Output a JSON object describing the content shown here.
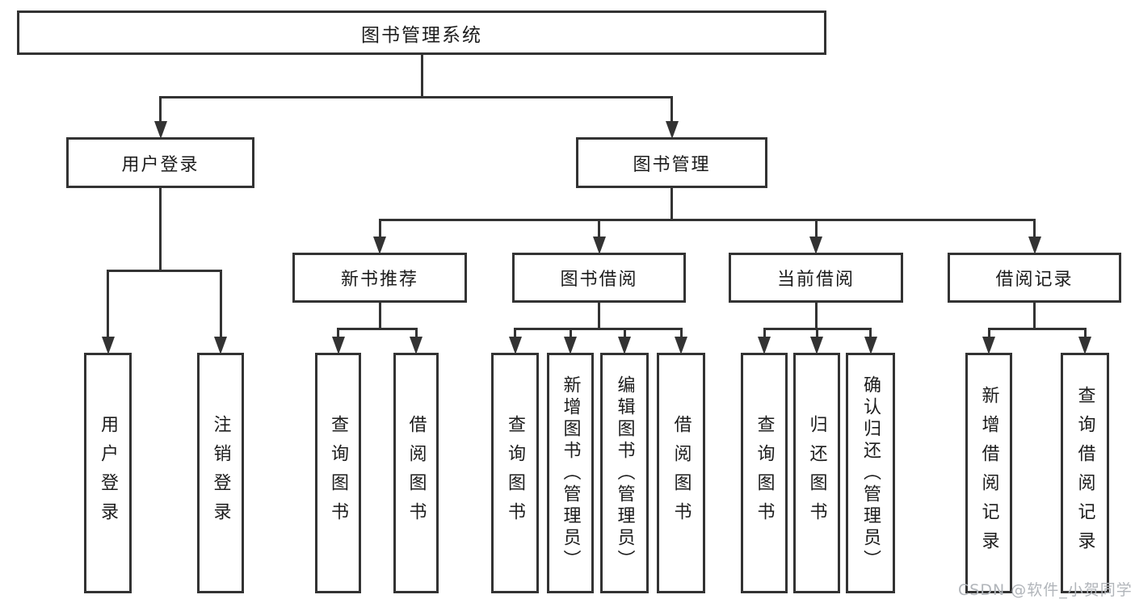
{
  "colors": {
    "line": "#333333",
    "text": "#1c1c1c",
    "background": "#ffffff",
    "watermark": "#b1b5ba"
  },
  "watermark": {
    "text": "CSDN @软件_小贺同学"
  },
  "diagram": {
    "title": "图书管理系统",
    "nodes": [
      {
        "id": "root",
        "label": "图书管理系统",
        "parent": null
      },
      {
        "id": "user-login",
        "label": "用户登录",
        "parent": "root"
      },
      {
        "id": "book-mgmt",
        "label": "图书管理",
        "parent": "root"
      },
      {
        "id": "login",
        "label": "用户登录",
        "parent": "user-login"
      },
      {
        "id": "logout",
        "label": "注销登录",
        "parent": "user-login"
      },
      {
        "id": "new-book-rec",
        "label": "新书推荐",
        "parent": "book-mgmt"
      },
      {
        "id": "book-borrow",
        "label": "图书借阅",
        "parent": "book-mgmt"
      },
      {
        "id": "current-borrow",
        "label": "当前借阅",
        "parent": "book-mgmt"
      },
      {
        "id": "borrow-records",
        "label": "借阅记录",
        "parent": "book-mgmt"
      },
      {
        "id": "nbr-query",
        "label": "查询图书",
        "parent": "new-book-rec"
      },
      {
        "id": "nbr-borrow",
        "label": "借阅图书",
        "parent": "new-book-rec"
      },
      {
        "id": "bb-query",
        "label": "查询图书",
        "parent": "book-borrow"
      },
      {
        "id": "bb-add",
        "label": "新增图书（管理员）",
        "parent": "book-borrow"
      },
      {
        "id": "bb-edit",
        "label": "编辑图书（管理员）",
        "parent": "book-borrow"
      },
      {
        "id": "bb-borrow",
        "label": "借阅图书",
        "parent": "book-borrow"
      },
      {
        "id": "cb-query",
        "label": "查询图书",
        "parent": "current-borrow"
      },
      {
        "id": "cb-return",
        "label": "归还图书",
        "parent": "current-borrow"
      },
      {
        "id": "cb-confirm",
        "label": "确认归还（管理员）",
        "parent": "current-borrow"
      },
      {
        "id": "br-add",
        "label": "新增借阅记录",
        "parent": "borrow-records"
      },
      {
        "id": "br-query",
        "label": "查询借阅记录",
        "parent": "borrow-records"
      }
    ]
  }
}
